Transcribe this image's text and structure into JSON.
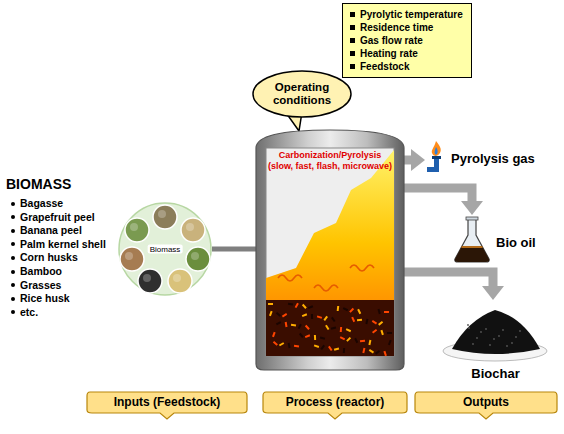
{
  "diagram": {
    "nodes": [
      {
        "text": [
          "Pyrolytic temperature",
          "Residence time",
          "Gas flow rate",
          "Heating rate",
          "Feedstock"
        ]
      },
      {
        "text": [
          "Operating conditions"
        ]
      },
      {
        "text": [
          "Biomass"
        ]
      },
      {
        "text": [
          "Carbonization/Pyrolysis (slow, fast, flash, microwave)"
        ]
      },
      {
        "text": [
          "Pyrolysis gas"
        ]
      },
      {
        "text": [
          "Bio oil"
        ]
      },
      {
        "text": [
          "Biochar"
        ]
      },
      {
        "text": [
          "Inputs (Feedstock)"
        ]
      },
      {
        "text": [
          "Process (reactor)"
        ]
      },
      {
        "text": [
          "Outputs"
        ]
      }
    ],
    "edges": [
      {
        "from": 2,
        "to": 3,
        "arrow": "none"
      },
      {
        "from": 3,
        "to": 4,
        "arrow": "to"
      },
      {
        "from": 3,
        "to": 5,
        "arrow": "to"
      },
      {
        "from": 3,
        "to": 6,
        "arrow": "to"
      }
    ],
    "labels": [
      "BIOMASS",
      "Bagasse",
      "Grapefruit peel",
      "Banana peel",
      "Palm kernel shell",
      "Corn husks",
      "Bamboo",
      "Grasses",
      "Rice husk",
      "etc."
    ]
  }
}
